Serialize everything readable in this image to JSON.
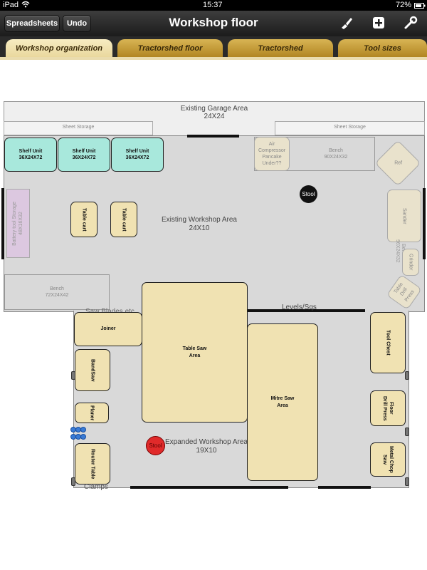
{
  "status": {
    "device": "iPad",
    "time": "15:37",
    "battery": "72%"
  },
  "toolbar": {
    "spreadsheets": "Spreadsheets",
    "undo": "Undo",
    "title": "Workshop floor",
    "brush_icon": "brush-icon",
    "add_icon": "plus-icon",
    "settings_icon": "wrench-icon"
  },
  "tabs": [
    "Workshop organization",
    "Tractorshed floor",
    "Tractorshed",
    "Tool sizes"
  ],
  "garage": {
    "title": "Existing Garage Area",
    "size": "24X24",
    "sheet_storage_left": "Sheet Storage",
    "sheet_storage_right": "Sheet Storage"
  },
  "workshop": {
    "title": "Existing Workshop Area",
    "size": "24X10",
    "levels": "Levels/Sqs",
    "saw_blades": "Saw Blades etc"
  },
  "expanded": {
    "title": "Expanded Workshop Area",
    "size": "19X10",
    "clamps": "Clamps"
  },
  "items": {
    "shelf1": "Shelf Unit\n36X24X72",
    "shelf2": "Shelf Unit\n36X24X72",
    "shelf3": "Shelf Unit\n36X24X72",
    "compressor": "Air\nCompressor\nPancake\nUnder??",
    "bench_top": "Bench\n90X24X32",
    "ref": "Ref",
    "stool1": "Stool",
    "battery": "Battery tool Storage\n48X16X32",
    "table_cart1": "Table cart",
    "table_cart2": "Table cart",
    "sander": "Sander",
    "bench_right": "Bench\n96X24X32",
    "grinder": "Grinder",
    "drill_small": "Table\nDrill\nPress",
    "bench_bottom": "Bench\n72X24X42",
    "joiner": "Joiner",
    "bandsaw": "BandSaw",
    "planer": "Planer",
    "router": "Router Table",
    "table_saw": "Table Saw\nArea",
    "mitre_saw": "Mitre Saw\nArea",
    "tool_chest": "Tool Chest",
    "floor_drill": "Floor\nDrill Press",
    "metal_chop": "Metal Chop\nSaw",
    "stool2": "Stool"
  }
}
